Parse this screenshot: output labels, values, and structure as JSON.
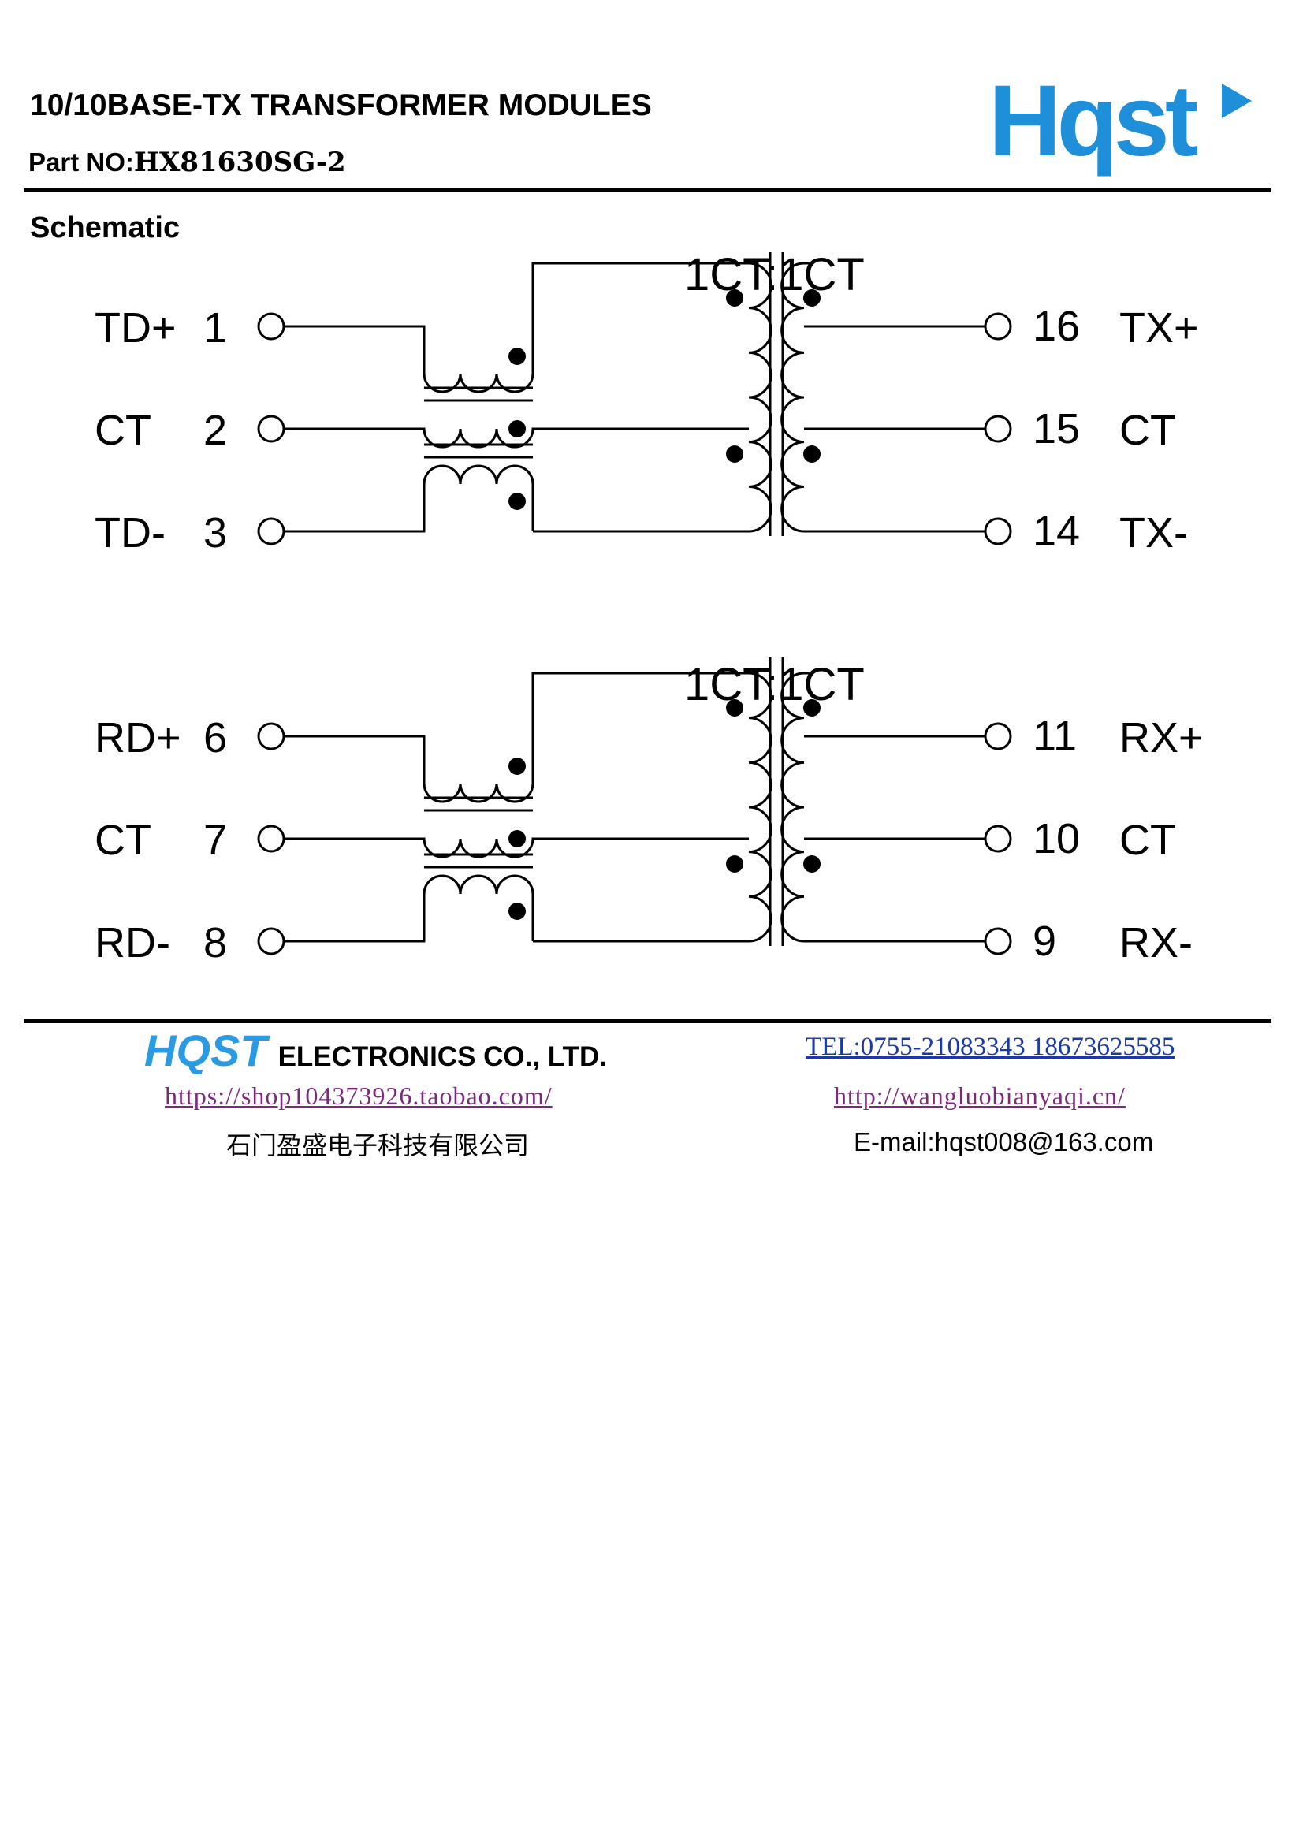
{
  "header": {
    "title": "10/10BASE-TX TRANSFORMER MODULES",
    "part_label": "Part NO:",
    "part_number": "HX81630SG-2",
    "logo_text": "Hqst",
    "brand_color": "#1e8fd8"
  },
  "section": {
    "title": "Schematic"
  },
  "schematic": {
    "top": {
      "ratio": "1CT:1CT",
      "left_pins": [
        {
          "name": "TD+",
          "number": "1"
        },
        {
          "name": "CT",
          "number": "2"
        },
        {
          "name": "TD-",
          "number": "3"
        }
      ],
      "right_pins": [
        {
          "name": "TX+",
          "number": "16"
        },
        {
          "name": "CT",
          "number": "15"
        },
        {
          "name": "TX-",
          "number": "14"
        }
      ]
    },
    "bottom": {
      "ratio": "1CT:1CT",
      "left_pins": [
        {
          "name": "RD+",
          "number": "6"
        },
        {
          "name": "CT",
          "number": "7"
        },
        {
          "name": "RD-",
          "number": "8"
        }
      ],
      "right_pins": [
        {
          "name": "RX+",
          "number": "11"
        },
        {
          "name": "CT",
          "number": "10"
        },
        {
          "name": "RX-",
          "number": "9"
        }
      ]
    }
  },
  "footer": {
    "brand": "HQST",
    "company": "ELECTRONICS CO., LTD.",
    "tel": "TEL:0755-21083343 18673625585 ",
    "shop_url": "https://shop104373926.taobao.com/",
    "website": "http://wangluobianyaqi.cn/",
    "chinese_name": "石门盈盛电子科技有限公司",
    "email": "E-mail:hqst008@163.com",
    "brand_color": "#2a9be3",
    "link_color": "#7b2a7b",
    "tel_color": "#1a3aa8"
  }
}
